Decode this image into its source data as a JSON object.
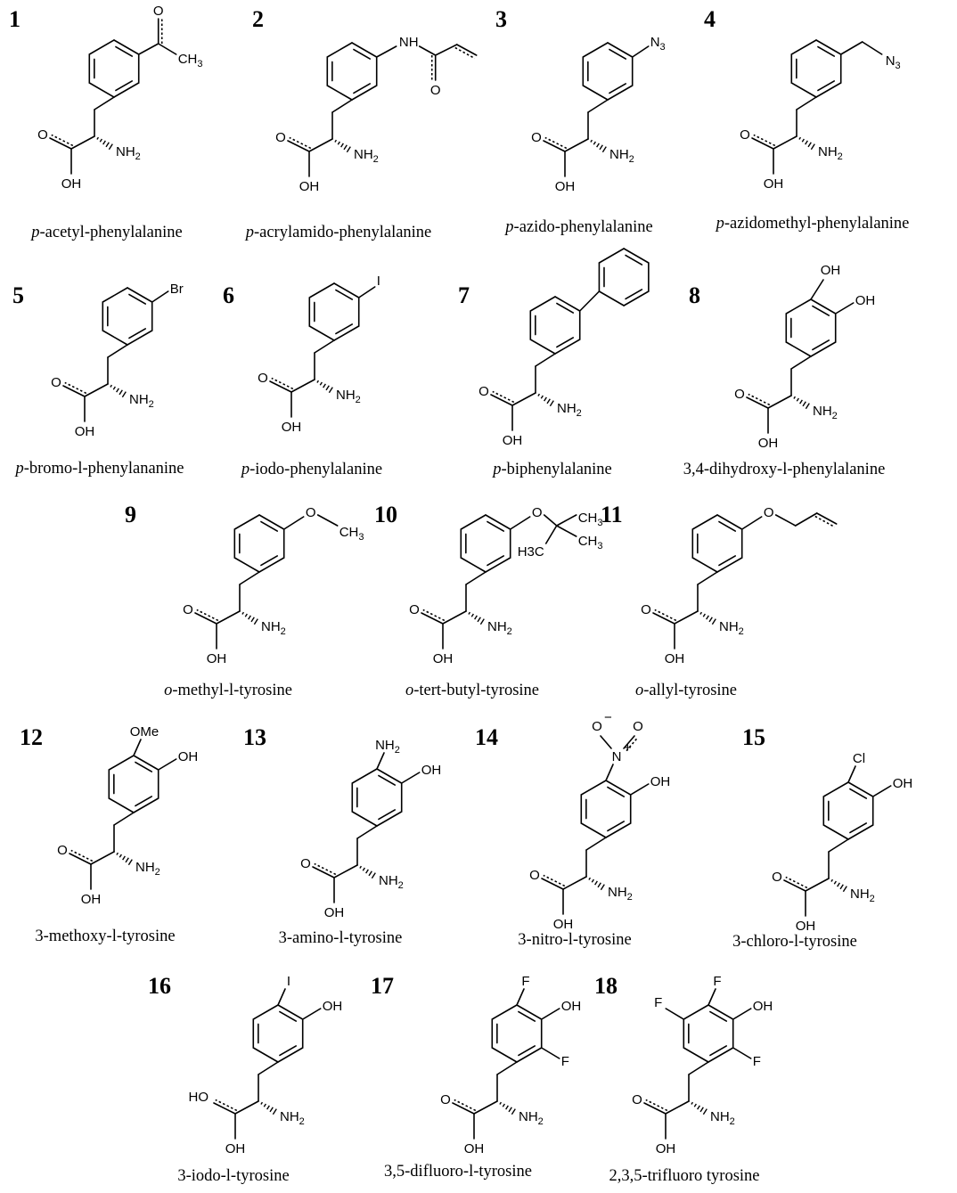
{
  "compounds": [
    {
      "number": "1",
      "prefix": "p",
      "name": "-acetyl-phenylalanine",
      "substituents": [
        "acetyl"
      ],
      "labels": [
        "O",
        "CH3"
      ]
    },
    {
      "number": "2",
      "prefix": "p",
      "name": "-acrylamido-phenylalanine",
      "substituents": [
        "acrylamido"
      ],
      "labels": [
        "NH",
        "O"
      ]
    },
    {
      "number": "3",
      "prefix": "p",
      "name": "-azido-phenylalanine",
      "substituents": [
        "azido"
      ],
      "labels": [
        "N3"
      ]
    },
    {
      "number": "4",
      "prefix": "p",
      "name": "-azidomethyl-phenylalanine",
      "substituents": [
        "azidomethyl"
      ],
      "labels": [
        "N3"
      ]
    },
    {
      "number": "5",
      "prefix": "p",
      "name": "-bromo-l-phenylananine",
      "substituents": [
        "bromo"
      ],
      "labels": [
        "Br"
      ]
    },
    {
      "number": "6",
      "prefix": "p",
      "name": "-iodo-phenylalanine",
      "substituents": [
        "iodo"
      ],
      "labels": [
        "I"
      ]
    },
    {
      "number": "7",
      "prefix": "p",
      "name": "-biphenylalanine",
      "substituents": [
        "phenyl"
      ],
      "labels": []
    },
    {
      "number": "8",
      "prefix": "",
      "name": "3,4-dihydroxy-l-phenylalanine",
      "substituents": [
        "dihydroxy"
      ],
      "labels": [
        "OH",
        "OH"
      ]
    },
    {
      "number": "9",
      "prefix": "o",
      "name": "-methyl-l-tyrosine",
      "substituents": [
        "methoxy"
      ],
      "labels": [
        "O",
        "CH3"
      ]
    },
    {
      "number": "10",
      "prefix": "o",
      "name": "-tert-butyl-tyrosine",
      "substituents": [
        "tert-butoxy"
      ],
      "labels": [
        "O",
        "CH3",
        "H3C",
        "CH3"
      ]
    },
    {
      "number": "11",
      "prefix": "o",
      "name": "-allyl-tyrosine",
      "substituents": [
        "allyloxy"
      ],
      "labels": [
        "O"
      ]
    },
    {
      "number": "12",
      "prefix": "",
      "name": "3-methoxy-l-tyrosine",
      "substituents": [
        "methoxy-tyr"
      ],
      "labels": [
        "OMe",
        "OH"
      ]
    },
    {
      "number": "13",
      "prefix": "",
      "name": "3-amino-l-tyrosine",
      "substituents": [
        "amino-tyr"
      ],
      "labels": [
        "NH2",
        "OH"
      ]
    },
    {
      "number": "14",
      "prefix": "",
      "name": "3-nitro-l-tyrosine",
      "substituents": [
        "nitro-tyr"
      ],
      "labels": [
        "O",
        "−",
        "N",
        "+",
        "O",
        "OH"
      ]
    },
    {
      "number": "15",
      "prefix": "",
      "name": "3-chloro-l-tyrosine",
      "substituents": [
        "chloro-tyr"
      ],
      "labels": [
        "Cl",
        "OH"
      ]
    },
    {
      "number": "16",
      "prefix": "",
      "name": "3-iodo-l-tyrosine",
      "substituents": [
        "iodo-tyr"
      ],
      "labels": [
        "I",
        "OH"
      ],
      "top_oxygen_label": "HO"
    },
    {
      "number": "17",
      "prefix": "",
      "name": "3,5-difluoro-l-tyrosine",
      "substituents": [
        "difluoro-tyr"
      ],
      "labels": [
        "F",
        "OH",
        "F"
      ]
    },
    {
      "number": "18",
      "prefix": "",
      "name": "2,3,5-trifluoro tyrosine",
      "substituents": [
        "trifluoro-tyr"
      ],
      "labels": [
        "F",
        "F",
        "OH",
        "F"
      ]
    }
  ],
  "backbone_labels": {
    "carbonyl": "O",
    "hydroxyl": "OH",
    "amine": "NH2"
  }
}
